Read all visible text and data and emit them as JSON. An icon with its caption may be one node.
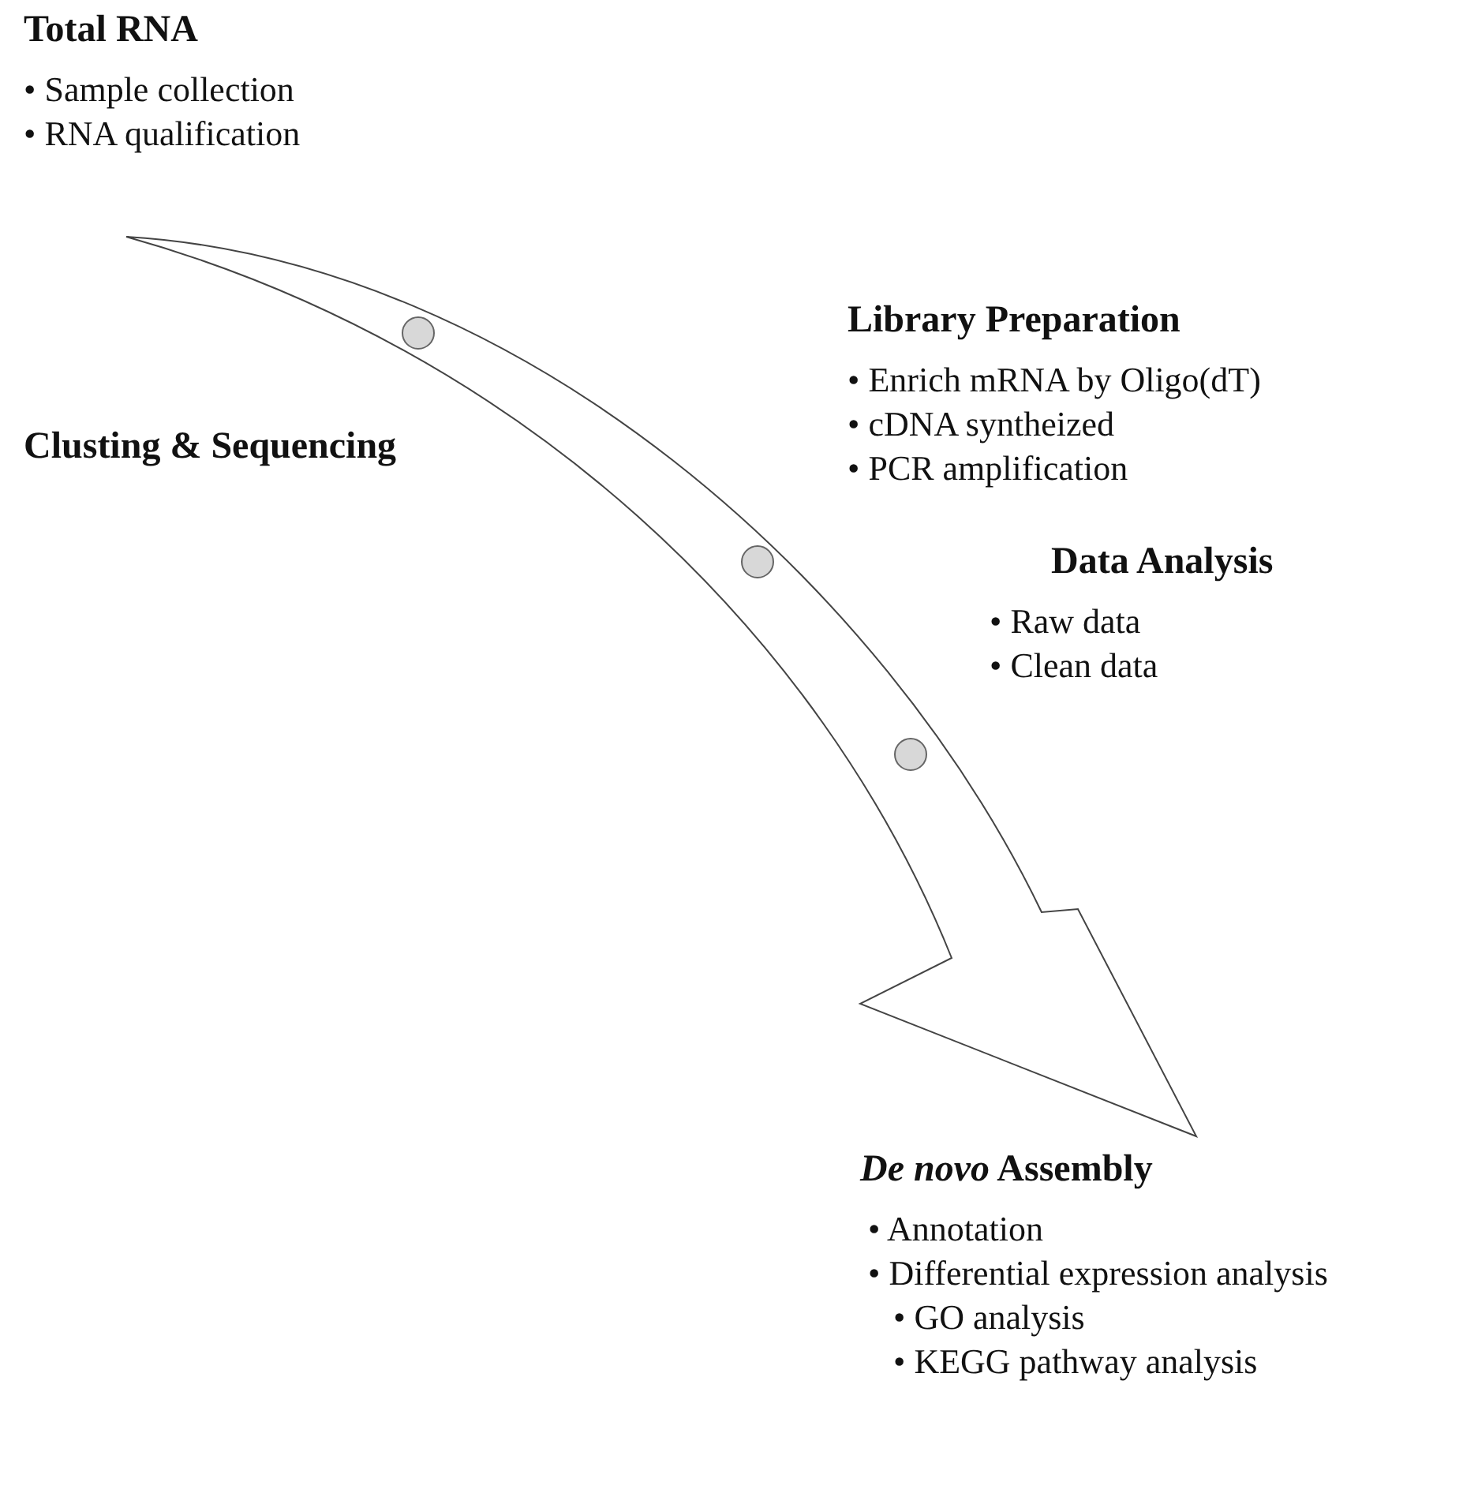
{
  "diagram": {
    "nodes": [
      {
        "text": [],
        "shape": "arrow"
      },
      {
        "text": [],
        "shape": "circle",
        "in": 0
      },
      {
        "text": [],
        "shape": "circle",
        "in": 0
      },
      {
        "text": [],
        "shape": "circle",
        "in": 0
      }
    ],
    "labels": [
      "Total RNA",
      "• Sample collection",
      "• RNA qualification",
      "Library Preparation",
      "• Enrich mRNA by Oligo(dT)",
      "• cDNA syntheized",
      "• PCR amplification",
      "Clusting & Sequencing",
      "Data Analysis",
      "• Raw data",
      "• Clean data",
      "*De novo* Assembly",
      "• Annotation",
      "• Differential expression analysis",
      "• GO analysis",
      "• KEGG pathway analysis"
    ]
  }
}
